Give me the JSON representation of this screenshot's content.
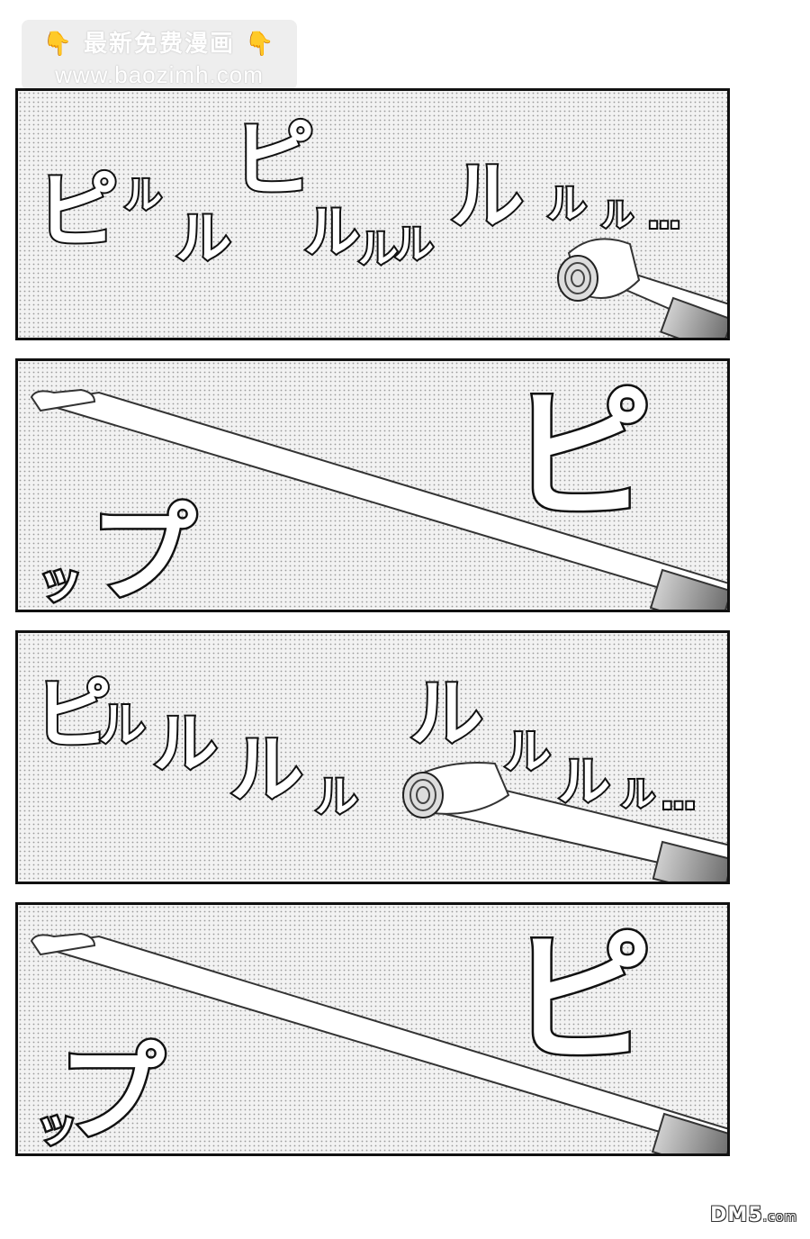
{
  "watermark": {
    "hand_left": "👇",
    "title": "最新免费漫画",
    "hand_right": "👇",
    "url": "www.baozimh.com"
  },
  "panels": [
    {
      "sfx": [
        "ピ",
        "ル",
        "ル",
        "ピ",
        "ル",
        "ル",
        "ル",
        "ル",
        "ル",
        "ル",
        "…"
      ]
    },
    {
      "sfx": [
        "ピ",
        "プ",
        "ッ"
      ]
    },
    {
      "sfx": [
        "ピ",
        "ル",
        "ル",
        "ル",
        "ル",
        "ル",
        "ル",
        "ル",
        "ル",
        "…"
      ]
    },
    {
      "sfx": [
        "ピ",
        "プ",
        "ッ"
      ]
    }
  ],
  "credit": {
    "brand": "DM5",
    "suffix": ".com"
  }
}
